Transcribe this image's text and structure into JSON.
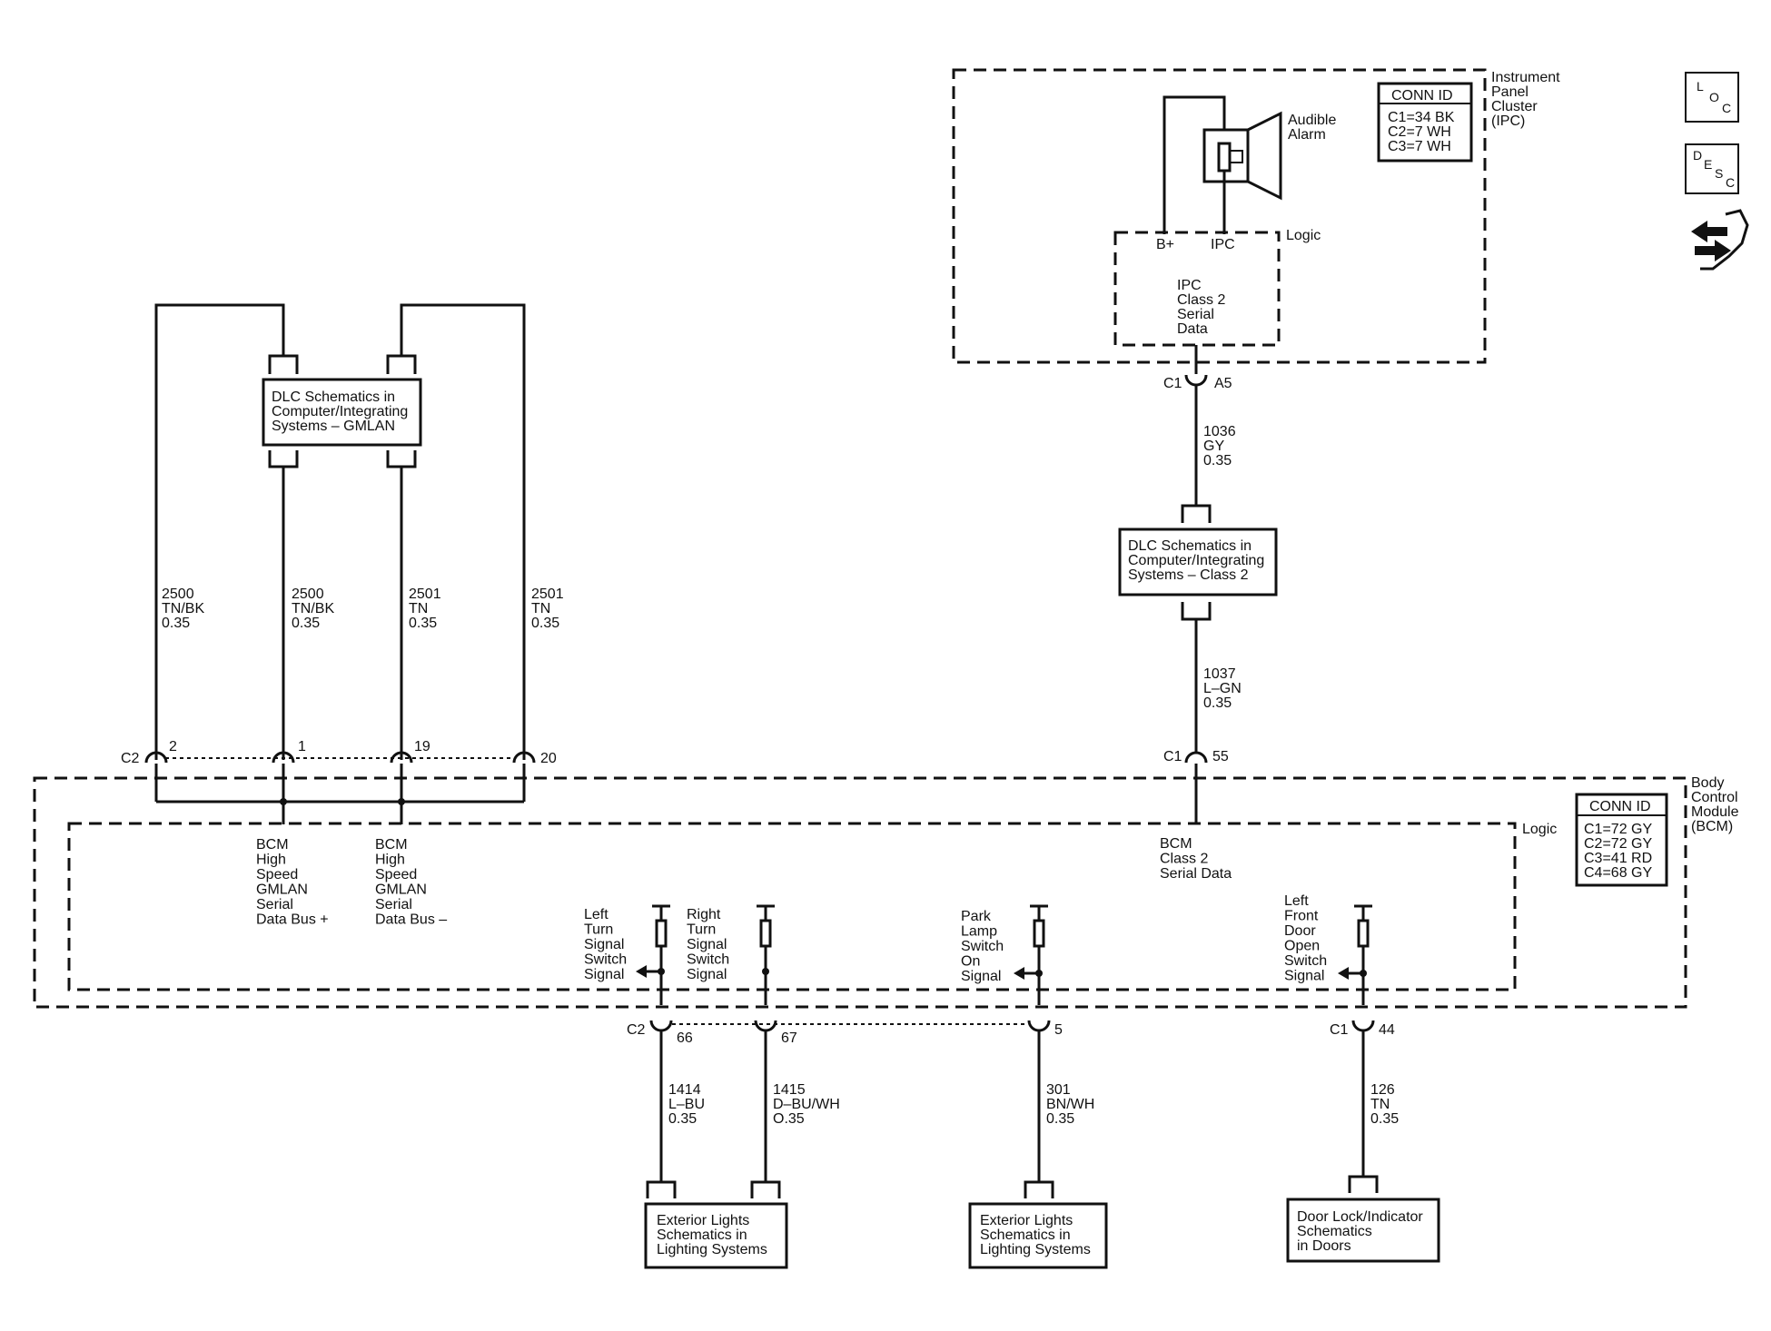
{
  "ipc": {
    "module_name": [
      "Instrument",
      "Panel",
      "Cluster",
      "(IPC)"
    ],
    "conn_id_title": "CONN ID",
    "conn_ids": [
      "C1=34 BK",
      "C2=7 WH",
      "C3=7 WH"
    ],
    "alarm_label": [
      "Audible",
      "Alarm"
    ],
    "logic_label": "Logic",
    "pin_bplus": "B+",
    "pin_ipc": "IPC",
    "serial_label": [
      "IPC",
      "Class 2",
      "Serial",
      "Data"
    ],
    "connector": "C1",
    "pin": "A5"
  },
  "side_icons": {
    "loc": [
      "L",
      "O",
      "C"
    ],
    "desc": [
      "D",
      "E",
      "S",
      "C"
    ],
    "tools_icon": "tools-icon"
  },
  "dlc_gmlan": {
    "label": [
      "DLC Schematics in",
      "Computer/Integrating",
      "Systems – GMLAN"
    ]
  },
  "dlc_class2": {
    "label": [
      "DLC Schematics in",
      "Computer/Integrating",
      "Systems – Class 2"
    ]
  },
  "wires": {
    "w2500a": [
      "2500",
      "TN/BK",
      "0.35"
    ],
    "w2500b": [
      "2500",
      "TN/BK",
      "0.35"
    ],
    "w2501a": [
      "2501",
      "TN",
      "0.35"
    ],
    "w2501b": [
      "2501",
      "TN",
      "0.35"
    ],
    "w1036": [
      "1036",
      "GY",
      "0.35"
    ],
    "w1037": [
      "1037",
      "L–GN",
      "0.35"
    ],
    "w1414": [
      "1414",
      "L–BU",
      "0.35"
    ],
    "w1415": [
      "1415",
      "D–BU/WH",
      "O.35"
    ],
    "w301": [
      "301",
      "BN/WH",
      "0.35"
    ],
    "w126": [
      "126",
      "TN",
      "0.35"
    ]
  },
  "bcm": {
    "module_name": [
      "Body",
      "Control",
      "Module",
      "(BCM)"
    ],
    "conn_id_title": "CONN ID",
    "conn_ids": [
      "C1=72 GY",
      "C2=72 GY",
      "C3=41 RD",
      "C4=68 GY"
    ],
    "logic_label": "Logic",
    "c2_label": "C2",
    "c1_label": "C1",
    "c2_pins": [
      "2",
      "1",
      "19",
      "20"
    ],
    "c1_pin_55": "55",
    "gmlan_plus": [
      "BCM",
      "High",
      "Speed",
      "GMLAN",
      "Serial",
      "Data Bus +"
    ],
    "gmlan_minus": [
      "BCM",
      "High",
      "Speed",
      "GMLAN",
      "Serial",
      "Data Bus –"
    ],
    "class2": [
      "BCM",
      "Class 2",
      "Serial Data"
    ],
    "left_turn": [
      "Left",
      "Turn",
      "Signal",
      "Switch",
      "Signal"
    ],
    "right_turn": [
      "Right",
      "Turn",
      "Signal",
      "Switch",
      "Signal"
    ],
    "park_lamp": [
      "Park",
      "Lamp",
      "Switch",
      "On",
      "Signal"
    ],
    "door_open": [
      "Left",
      "Front",
      "Door",
      "Open",
      "Switch",
      "Signal"
    ],
    "bottom_c2": "C2",
    "bottom_c1": "C1",
    "pin_66": "66",
    "pin_67": "67",
    "pin_5": "5",
    "pin_44": "44"
  },
  "destinations": {
    "ext_lights_1": [
      "Exterior Lights",
      "Schematics in",
      "Lighting Systems"
    ],
    "ext_lights_2": [
      "Exterior Lights",
      "Schematics in",
      "Lighting Systems"
    ],
    "door_lock": [
      "Door Lock/Indicator",
      "Schematics",
      "in Doors"
    ]
  }
}
